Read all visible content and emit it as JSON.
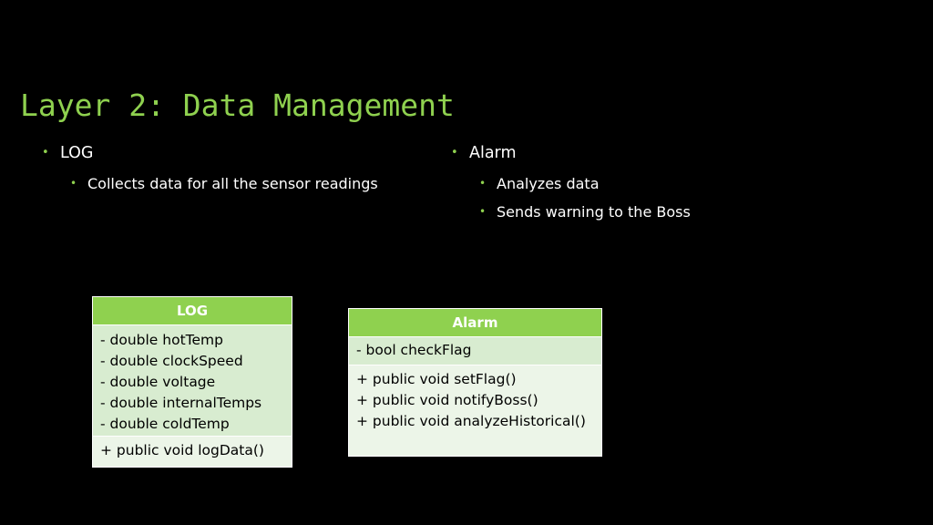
{
  "slide": {
    "title": "Layer 2: Data Management"
  },
  "bullets": {
    "left": {
      "label": "LOG",
      "subitems": [
        "Collects data for all the sensor readings"
      ]
    },
    "right": {
      "label": "Alarm",
      "subitems": [
        "Analyzes data",
        "Sends warning to the Boss"
      ]
    }
  },
  "diagram": {
    "log_class": {
      "name": "LOG",
      "attributes": [
        "- double hotTemp",
        "- double clockSpeed",
        "- double voltage",
        "- double internalTemps",
        "- double coldTemp"
      ],
      "methods": [
        "+ public void logData()"
      ]
    },
    "alarm_class": {
      "name": "Alarm",
      "attributes": [
        "- bool checkFlag"
      ],
      "methods": [
        "+ public void setFlag()",
        "+ public void notifyBoss()",
        "+ public void analyzeHistorical()"
      ]
    }
  },
  "colors": {
    "accent": "#8fd14f",
    "background": "#000000",
    "attr_fill": "#d8ecd0",
    "method_fill": "#ecf5e8"
  }
}
